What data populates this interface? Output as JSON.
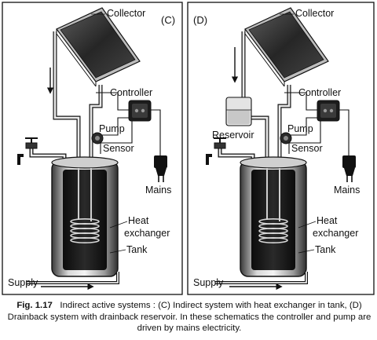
{
  "panels": [
    {
      "letter": "(C)",
      "labels": {
        "collector": "Collector",
        "controller": "Controller",
        "pump": "Pump",
        "sensor": "Sensor",
        "mains": "Mains",
        "heat_exchanger_1": "Heat",
        "heat_exchanger_2": "exchanger",
        "tank": "Tank",
        "supply": "Supply"
      }
    },
    {
      "letter": "(D)",
      "labels": {
        "collector": "Collector",
        "controller": "Controller",
        "reservoir": "Reservoir",
        "pump": "Pump",
        "sensor": "Sensor",
        "mains": "Mains",
        "heat_exchanger_1": "Heat",
        "heat_exchanger_2": "exchanger",
        "tank": "Tank",
        "supply": "Supply"
      }
    }
  ],
  "caption": {
    "figure_number": "Fig. 1.17",
    "text": "Indirect active systems : (C) Indirect system with heat exchanger in tank, (D) Drainback system with drainback reservoir. In these schematics the controller and pump are driven by mains electricity."
  }
}
